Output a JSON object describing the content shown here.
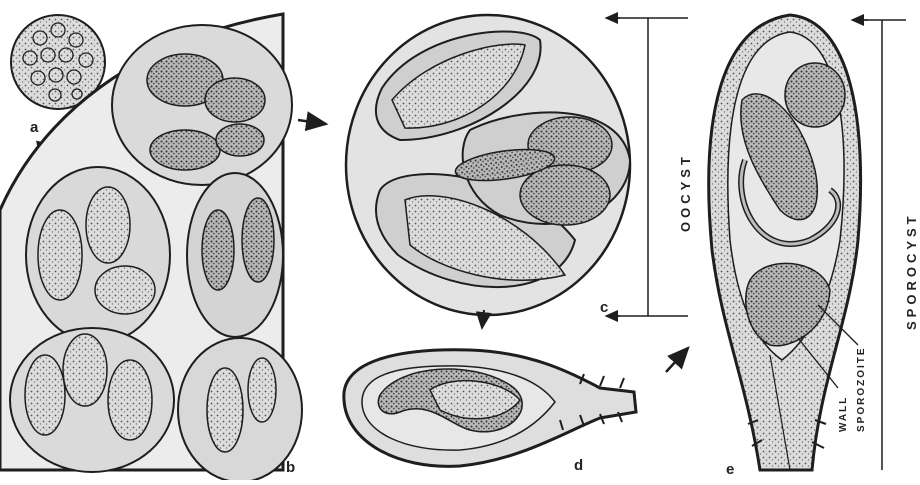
{
  "panels": {
    "a": {
      "label": "a"
    },
    "b": {
      "label": "b"
    },
    "c": {
      "label": "c"
    },
    "d": {
      "label": "d"
    },
    "e": {
      "label": "e"
    }
  },
  "annotations": {
    "oocyst": "OOCYST",
    "sporocyst": "SPOROCYST",
    "wall": "WALL",
    "sporozoite": "SPOROZOITE"
  },
  "colors": {
    "ink": "#1e1e1e",
    "fill_light": "#e9e9e9",
    "fill_mid": "#c9c9c9",
    "fill_dark": "#9c9c9c"
  }
}
